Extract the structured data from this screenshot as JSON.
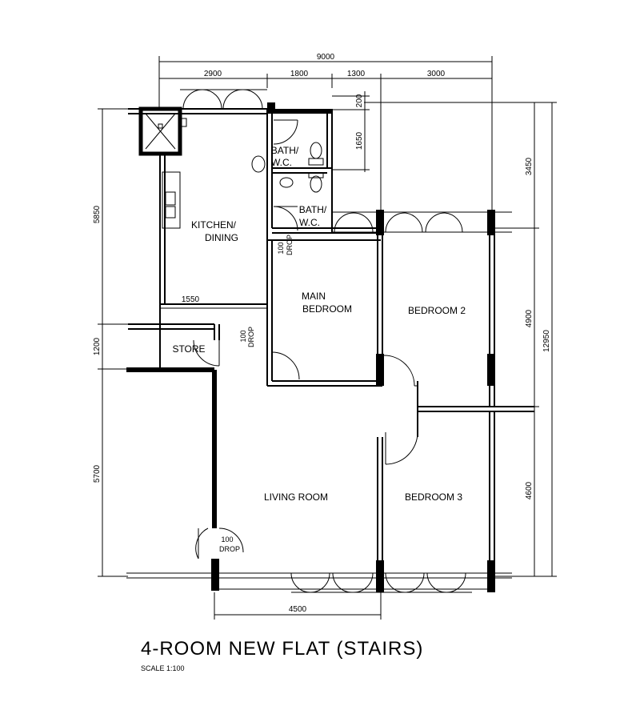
{
  "plan": {
    "title": "4-ROOM NEW FLAT (STAIRS)",
    "scale": "SCALE  1:100"
  },
  "rooms": {
    "kitchen_line1": "KITCHEN/",
    "kitchen_line2": "DINING",
    "bath1_line1": "BATH/",
    "bath1_line2": "W.C.",
    "bath2_line1": "BATH/",
    "bath2_line2": "W.C.",
    "main_bedroom_line1": "MAIN",
    "main_bedroom_line2": "BEDROOM",
    "bedroom2": "BEDROOM 2",
    "bedroom3": "BEDROOM 3",
    "store": "STORE",
    "living": "LIVING ROOM"
  },
  "drops": {
    "drop1_value": "100",
    "drop1_label": "DROP",
    "drop2_value": "100",
    "drop2_label": "DROP",
    "drop3_value": "100",
    "drop3_label": "DROP"
  },
  "dimensions": {
    "top_overall": "9000",
    "top_1": "2900",
    "top_2": "1800",
    "top_3": "1300",
    "top_4": "3000",
    "top_small": "200",
    "bath_height": "1650",
    "left_1": "5850",
    "left_2": "1200",
    "left_3": "5700",
    "right_1": "3450",
    "right_2": "4900",
    "right_3": "4600",
    "right_overall": "12950",
    "store_width": "1550",
    "living_width": "4500"
  }
}
